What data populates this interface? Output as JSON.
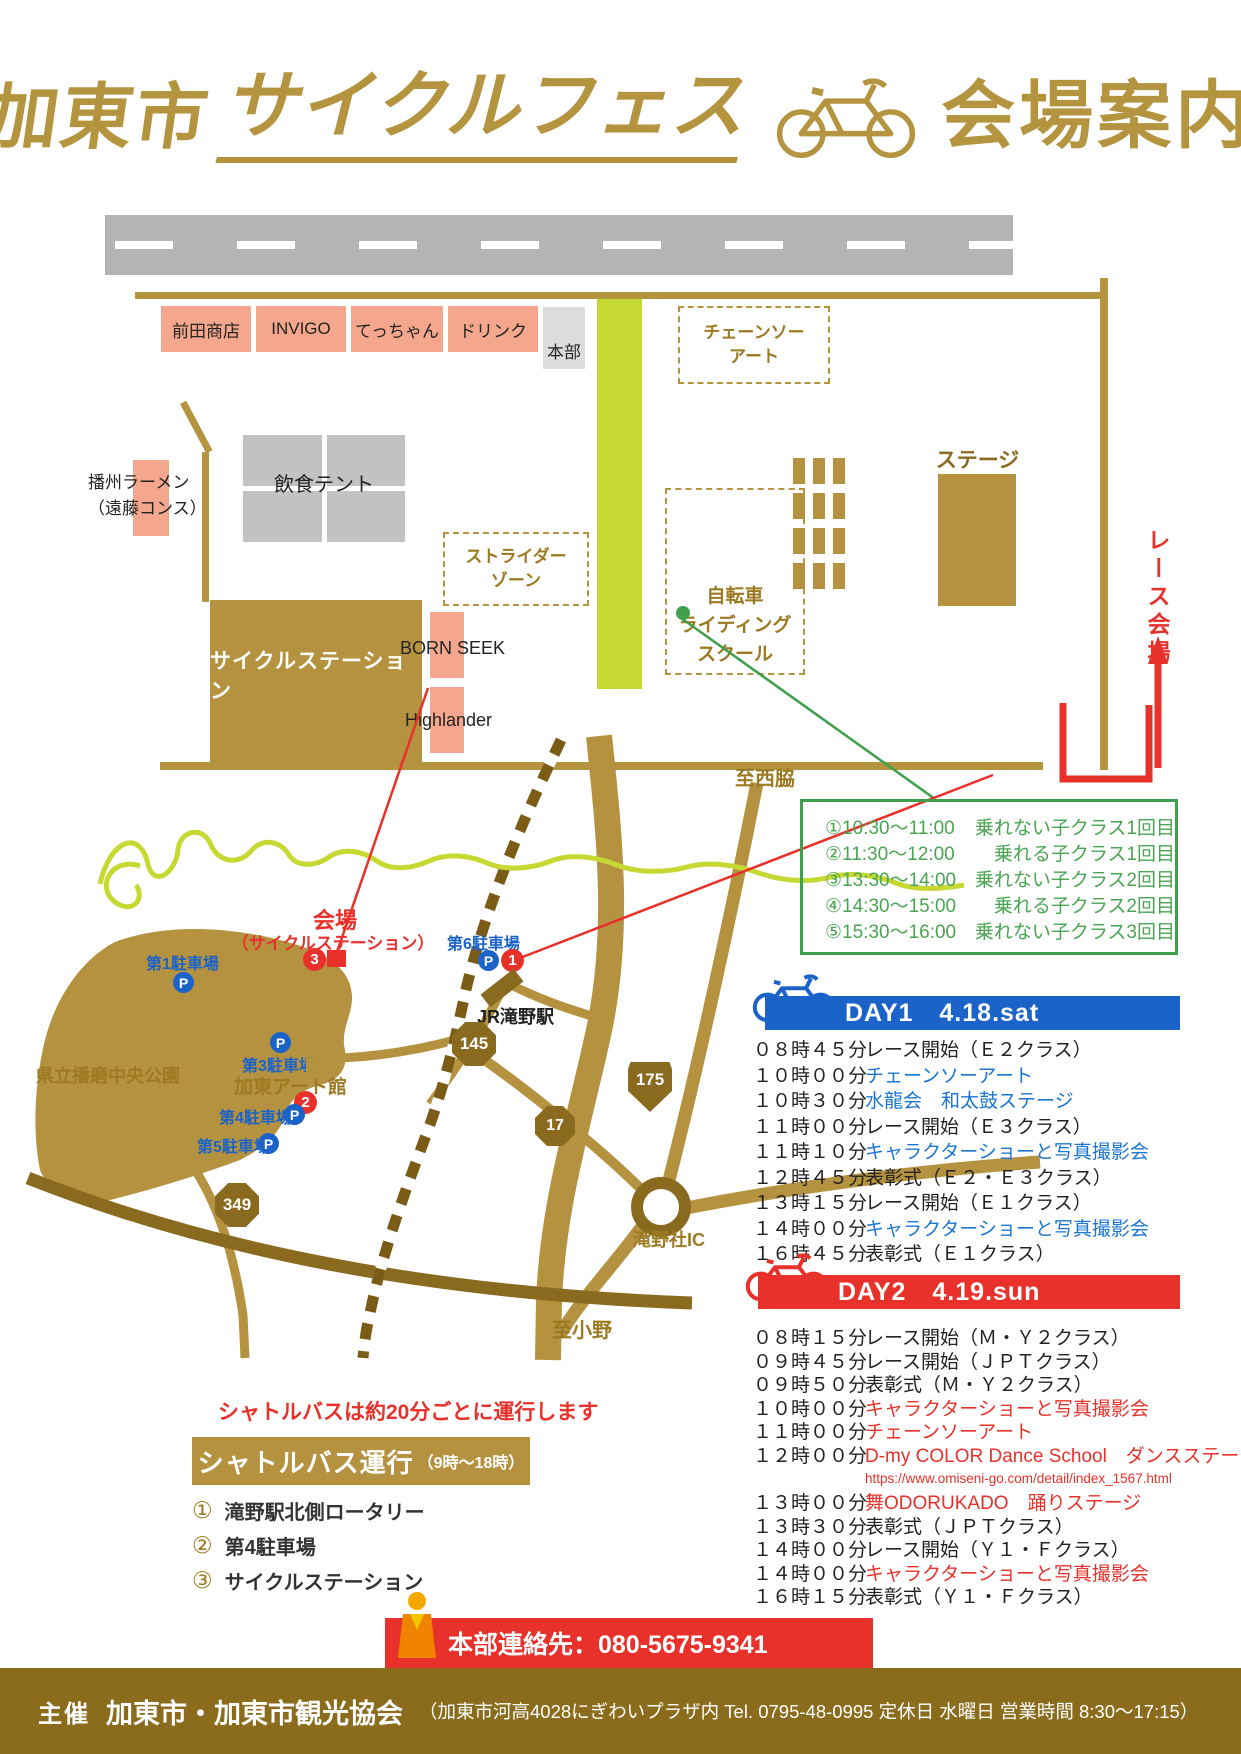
{
  "title": {
    "part1": "加東市",
    "part2": "サイクルフェス",
    "part3": "会場案内"
  },
  "venue": {
    "booths": [
      "前田商店",
      "INVIGO",
      "てっちゃん",
      "ドリンク"
    ],
    "hq": "本部",
    "chainsaw_line1": "チェーンソー",
    "chainsaw_line2": "アート",
    "ramen_line1": "播州ラーメン",
    "ramen_line2": "（遠藤コンス）",
    "food_tent": "飲食テント",
    "strider_line1": "ストライダー",
    "strider_line2": "ゾーン",
    "cycle_station": "サイクルステーション",
    "born_seek": "BORN SEEK",
    "highlander": "Highlander",
    "school_line1": "自転車",
    "school_line2": "ライディング",
    "school_line3": "スクール",
    "stage": "ステージ",
    "race_venue": "レース会場"
  },
  "school_schedule": {
    "rows": [
      {
        "time": "①10:30～11:00",
        "label": "乗れない子クラス1回目"
      },
      {
        "time": "②11:30～12:00",
        "label": "乗れる子クラス1回目"
      },
      {
        "time": "③13:30～14:00",
        "label": "乗れない子クラス2回目"
      },
      {
        "time": "④14:30～15:00",
        "label": "乗れる子クラス2回目"
      },
      {
        "time": "⑤15:30～16:00",
        "label": "乗れない子クラス3回目"
      }
    ]
  },
  "map": {
    "to_nishiwaki": "至西脇",
    "venue_label": "会場",
    "venue_sub": "（サイクルステーション）",
    "park": "県立播磨中央公園",
    "art_museum": "加東アート館",
    "station": "JR滝野駅",
    "interchange": "滝野社IC",
    "to_ono": "至小野",
    "p1": "第1駐車場",
    "p3": "第3駐車場",
    "p4": "第4駐車場",
    "p5": "第5駐車場",
    "p6": "第6駐車場",
    "parking_letter": "P",
    "marker1": "1",
    "marker2": "2",
    "marker3": "3",
    "route145": "145",
    "route175": "175",
    "route17": "17",
    "route349": "349"
  },
  "day1": {
    "name": "DAY1",
    "date": "4.18.sat",
    "rows": [
      {
        "time": "０８時４５分",
        "label": "レース開始（Ｅ２クラス）"
      },
      {
        "time": "１０時００分",
        "label": "チェーンソーアート"
      },
      {
        "time": "１０時３０分",
        "label": "水龍会　和太鼓ステージ"
      },
      {
        "time": "１１時００分",
        "label": "レース開始（Ｅ３クラス）"
      },
      {
        "time": "１１時１０分",
        "label": "キャラクターショーと写真撮影会"
      },
      {
        "time": "１２時４５分",
        "label": "表彰式（Ｅ２・Ｅ３クラス）"
      },
      {
        "time": "１３時１５分",
        "label": "レース開始（Ｅ１クラス）"
      },
      {
        "time": "１４時００分",
        "label": "キャラクターショーと写真撮影会"
      },
      {
        "time": "１６時４５分",
        "label": "表彰式（Ｅ１クラス）"
      }
    ]
  },
  "day2": {
    "name": "DAY2",
    "date": "4.19.sun",
    "rows": [
      {
        "time": "０８時１５分",
        "label": "レース開始（Ｍ・Ｙ２クラス）"
      },
      {
        "time": "０９時４５分",
        "label": "レース開始（ＪＰＴクラス）"
      },
      {
        "time": "０９時５０分",
        "label": "表彰式（Ｍ・Ｙ２クラス）"
      },
      {
        "time": "１０時００分",
        "label": "キャラクターショーと写真撮影会"
      },
      {
        "time": "１１時００分",
        "label": "チェーンソーアート"
      },
      {
        "time": "１２時００分",
        "label": "D-my COLOR Dance School　ダンスステージ"
      },
      {
        "time": "１３時００分",
        "label": "舞ODORUKADO　踊りステージ"
      },
      {
        "time": "１３時３０分",
        "label": "表彰式（ＪＰＴクラス）"
      },
      {
        "time": "１４時００分",
        "label": "レース開始（Ｙ１・Ｆクラス）"
      },
      {
        "time": "１４時００分",
        "label": "キャラクターショーと写真撮影会"
      },
      {
        "time": "１６時１５分",
        "label": "表彰式（Ｙ１・Ｆクラス）"
      }
    ],
    "url": "https://www.omiseni-go.com/detail/index_1567.html"
  },
  "shuttle": {
    "note": "シャトルバスは約20分ごとに運行します",
    "banner": "シャトルバス運行",
    "banner_sub": "（9時～18時）",
    "stops": [
      {
        "num": "①",
        "label": "滝野駅北側ロータリー"
      },
      {
        "num": "②",
        "label": "第4駐車場"
      },
      {
        "num": "③",
        "label": "サイクルステーション"
      }
    ]
  },
  "contact": {
    "label": "本部連絡先：080-5675-9341"
  },
  "footer": {
    "prefix": "主催",
    "org": "加東市・加東市観光協会",
    "details": "（加東市河高4028にぎわいプラザ内 Tel. 0795-48-0995 定休日 水曜日 営業時間 8:30～17:15）"
  },
  "colors": {
    "gold": "#b5943f",
    "dark_gold": "#8a6a1e",
    "footer_gold": "#8a6c1c",
    "salmon": "#f4a78c",
    "yellow_green": "#c6d832",
    "road_gray": "#b4b4b4",
    "red": "#e8312a",
    "blue": "#1b63c8",
    "accent_blue": "#1b75d1",
    "green": "#4aa552"
  }
}
